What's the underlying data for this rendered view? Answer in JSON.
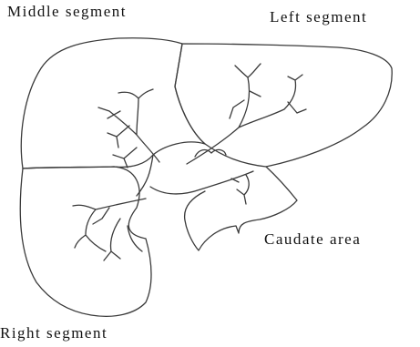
{
  "labels": {
    "middle_segment": "Middle segment",
    "left_segment": "Left segment",
    "caudate_area": "Caudate area",
    "right_segment": "Right segment"
  },
  "colors": {
    "outline": "#3a3a3a",
    "text": "#111111",
    "background": "#ffffff"
  }
}
